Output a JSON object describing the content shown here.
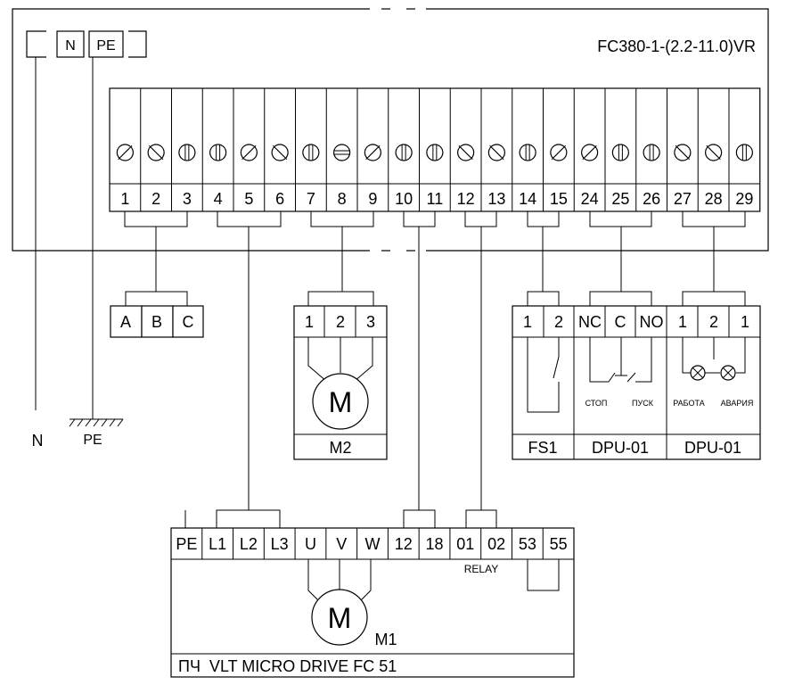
{
  "controller": {
    "model": "FC380-1-(2.2-11.0)VR",
    "supply_labels": [
      "N",
      "PE"
    ],
    "terminals": [
      "1",
      "2",
      "3",
      "4",
      "5",
      "6",
      "7",
      "8",
      "9",
      "10",
      "11",
      "12",
      "13",
      "14",
      "15",
      "24",
      "25",
      "26",
      "27",
      "28",
      "29"
    ]
  },
  "ground": {
    "n_label": "N",
    "pe_label": "PE"
  },
  "phase_block": {
    "labels": [
      "A",
      "B",
      "C"
    ]
  },
  "motor_m2": {
    "terminals": [
      "1",
      "2",
      "3"
    ],
    "symbol": "M",
    "label": "M2"
  },
  "fs1": {
    "terminals": [
      "1",
      "2"
    ],
    "label": "FS1"
  },
  "dpu_start_stop": {
    "terminals": [
      "NC",
      "C",
      "NO"
    ],
    "label": "DPU-01",
    "caption_left": "СТОП",
    "caption_right": "ПУСК"
  },
  "dpu_lamps": {
    "terminals": [
      "1",
      "2",
      "1"
    ],
    "label": "DPU-01",
    "caption_left": "РАБОТА",
    "caption_right": "АВАРИЯ"
  },
  "drive": {
    "terminals": [
      "PE",
      "L1",
      "L2",
      "L3",
      "U",
      "V",
      "W",
      "12",
      "18",
      "01",
      "02",
      "53",
      "55"
    ],
    "relay_label": "RELAY",
    "motor_symbol": "M",
    "motor_label": "M1",
    "title": "ПЧ  VLT MICRO DRIVE FC 51"
  }
}
